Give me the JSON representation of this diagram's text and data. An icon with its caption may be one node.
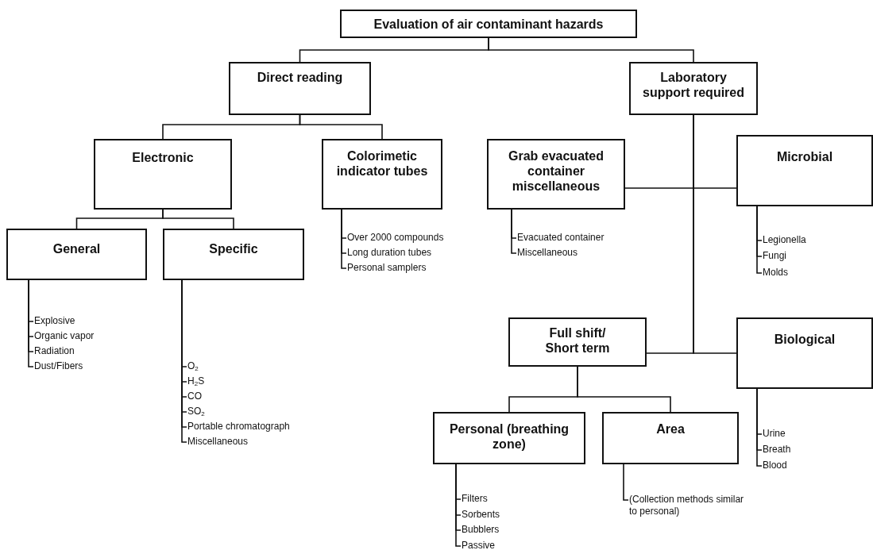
{
  "diagram": {
    "nodes": [
      {
        "text": [
          "Evaluation of air contaminant hazards"
        ]
      },
      {
        "text": [
          "Direct reading"
        ]
      },
      {
        "text": [
          "Laboratory support required"
        ]
      },
      {
        "text": [
          "Electronic"
        ]
      },
      {
        "text": [
          "Colorimetic indicator tubes"
        ]
      },
      {
        "text": [
          "Grab evacuated container miscellaneous"
        ]
      },
      {
        "text": [
          "Microbial"
        ]
      },
      {
        "text": [
          "General"
        ]
      },
      {
        "text": [
          "Specific"
        ]
      },
      {
        "text": [
          "Over 2000 compounds"
        ]
      },
      {
        "text": [
          "Long duration tubes"
        ]
      },
      {
        "text": [
          "Personal samplers"
        ]
      },
      {
        "text": [
          "Evacuated container"
        ]
      },
      {
        "text": [
          "Miscellaneous"
        ]
      },
      {
        "text": [
          "Legionella"
        ]
      },
      {
        "text": [
          "Fungi"
        ]
      },
      {
        "text": [
          "Molds"
        ]
      },
      {
        "text": [
          "Explosive"
        ]
      },
      {
        "text": [
          "Organic vapor"
        ]
      },
      {
        "text": [
          "Radiation"
        ]
      },
      {
        "text": [
          "Dust/Fibers"
        ]
      },
      {
        "text": [
          "O$_{2}$"
        ]
      },
      {
        "text": [
          "H$_{2}$S"
        ]
      },
      {
        "text": [
          "CO"
        ]
      },
      {
        "text": [
          "SO$_{2}$"
        ]
      },
      {
        "text": [
          "Portable chromatograph"
        ]
      },
      {
        "text": [
          "Miscellaneous"
        ]
      },
      {
        "text": [
          "Full shift/ Short term"
        ]
      },
      {
        "text": [
          "Biological"
        ]
      },
      {
        "text": [
          "Personal (breathing zone)"
        ]
      },
      {
        "text": [
          "Area"
        ]
      },
      {
        "text": [
          "Urine"
        ]
      },
      {
        "text": [
          "Breath"
        ]
      },
      {
        "text": [
          "Blood"
        ]
      },
      {
        "text": [
          "Filters"
        ]
      },
      {
        "text": [
          "Sorbents"
        ]
      },
      {
        "text": [
          "Bubblers"
        ]
      },
      {
        "text": [
          "Passive"
        ]
      },
      {
        "text": [
          "(Collection methods similar to personal)"
        ]
      }
    ],
    "edges": [
      {
        "from": 0,
        "to": 1,
        "arrow": "none"
      },
      {
        "from": 0,
        "to": 2,
        "arrow": "none"
      },
      {
        "from": 1,
        "to": 3,
        "arrow": "none"
      },
      {
        "from": 1,
        "to": 4,
        "arrow": "none"
      },
      {
        "from": 2,
        "to": 5,
        "arrow": "none"
      },
      {
        "from": 2,
        "to": 6,
        "arrow": "none"
      },
      {
        "from": 3,
        "to": 7,
        "arrow": "none"
      },
      {
        "from": 3,
        "to": 8,
        "arrow": "none"
      },
      {
        "from": 4,
        "to": 9,
        "arrow": "none"
      },
      {
        "from": 4,
        "to": 10,
        "arrow": "none"
      },
      {
        "from": 4,
        "to": 11,
        "arrow": "none"
      },
      {
        "from": 5,
        "to": 12,
        "arrow": "none"
      },
      {
        "from": 5,
        "to": 13,
        "arrow": "none"
      },
      {
        "from": 6,
        "to": 14,
        "arrow": "none"
      },
      {
        "from": 6,
        "to": 15,
        "arrow": "none"
      },
      {
        "from": 6,
        "to": 16,
        "arrow": "none"
      },
      {
        "from": 7,
        "to": 17,
        "arrow": "none"
      },
      {
        "from": 7,
        "to": 18,
        "arrow": "none"
      },
      {
        "from": 7,
        "to": 19,
        "arrow": "none"
      },
      {
        "from": 7,
        "to": 20,
        "arrow": "none"
      },
      {
        "from": 8,
        "to": 21,
        "arrow": "none"
      },
      {
        "from": 8,
        "to": 22,
        "arrow": "none"
      },
      {
        "from": 8,
        "to": 23,
        "arrow": "none"
      },
      {
        "from": 8,
        "to": 24,
        "arrow": "none"
      },
      {
        "from": 8,
        "to": 25,
        "arrow": "none"
      },
      {
        "from": 8,
        "to": 26,
        "arrow": "none"
      },
      {
        "from": 2,
        "to": 27,
        "arrow": "none"
      },
      {
        "from": 2,
        "to": 28,
        "arrow": "none"
      },
      {
        "from": 27,
        "to": 29,
        "arrow": "none"
      },
      {
        "from": 27,
        "to": 30,
        "arrow": "none"
      },
      {
        "from": 28,
        "to": 31,
        "arrow": "none"
      },
      {
        "from": 28,
        "to": 32,
        "arrow": "none"
      },
      {
        "from": 28,
        "to": 33,
        "arrow": "none"
      },
      {
        "from": 29,
        "to": 34,
        "arrow": "none"
      },
      {
        "from": 29,
        "to": 35,
        "arrow": "none"
      },
      {
        "from": 29,
        "to": 36,
        "arrow": "none"
      },
      {
        "from": 29,
        "to": 37,
        "arrow": "none"
      },
      {
        "from": 30,
        "to": 38,
        "arrow": "none"
      }
    ]
  }
}
